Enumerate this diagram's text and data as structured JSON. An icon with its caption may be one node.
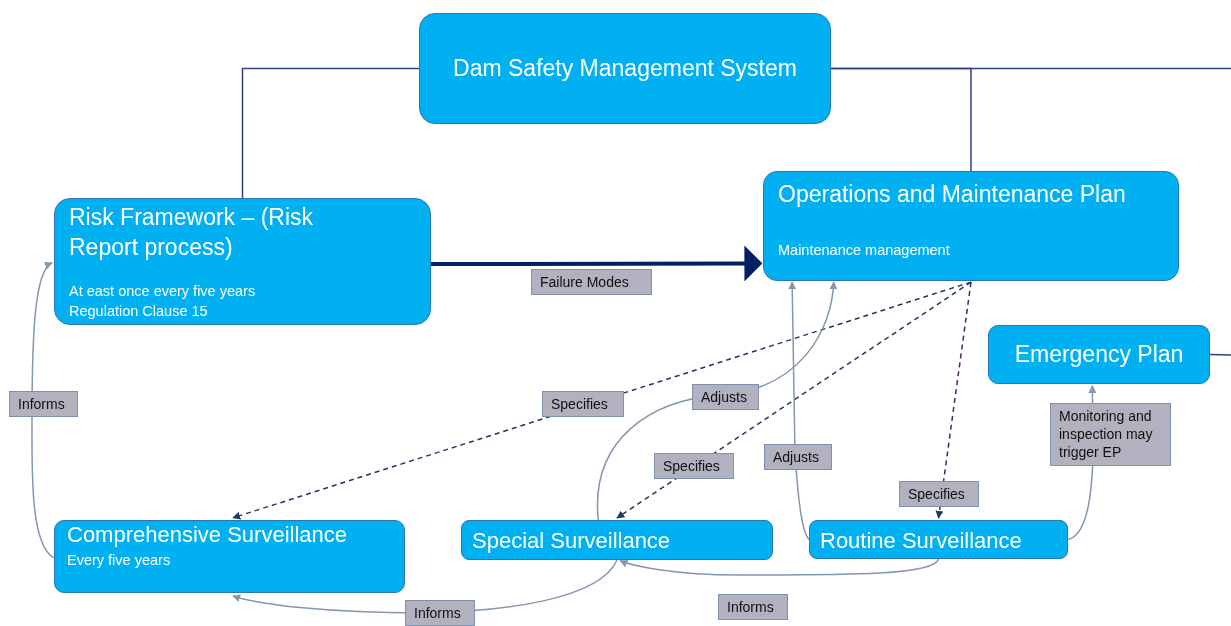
{
  "diagram": {
    "nodes": [
      {
        "text": [
          "Dam Safety Management System"
        ]
      },
      {
        "text": [
          "Risk Framework – (Risk Report process)",
          "At east once every five years",
          "Regulation Clause 15"
        ]
      },
      {
        "text": [
          "Operations and Maintenance Plan",
          "Maintenance management"
        ]
      },
      {
        "text": [
          "Emergency Plan"
        ]
      },
      {
        "text": [
          "Comprehensive Surveillance",
          "Every five years"
        ]
      },
      {
        "text": [
          "Special Surveillance"
        ]
      },
      {
        "text": [
          "Routine Surveillance"
        ]
      }
    ],
    "edges": [
      {
        "from": 0,
        "to": 1,
        "arrow": "none",
        "color": "#2f3f86"
      },
      {
        "from": 0,
        "to": 2,
        "arrow": "none",
        "color": "#2f3f86"
      },
      {
        "from": 0,
        "to": null,
        "arrow": "none",
        "color": "#2f3f86"
      },
      {
        "from": 3,
        "to": null,
        "arrow": "none",
        "color": "#2f3f86"
      },
      {
        "from": 1,
        "to": 2,
        "arrow": "to",
        "label": "Failure Modes",
        "style": "thick",
        "color": "#002060"
      },
      {
        "from": 2,
        "to": 4,
        "arrow": "to",
        "label": "Specifies",
        "style": "dashed",
        "color": "#203864"
      },
      {
        "from": 2,
        "to": 5,
        "arrow": "to",
        "label": "Specifies",
        "style": "dashed",
        "color": "#203864"
      },
      {
        "from": 2,
        "to": 6,
        "arrow": "to",
        "label": "Specifies",
        "style": "dashed",
        "color": "#203864"
      },
      {
        "from": 5,
        "to": 2,
        "arrow": "to",
        "label": "Adjusts"
      },
      {
        "from": 6,
        "to": 2,
        "arrow": "to",
        "label": "Adjusts"
      },
      {
        "from": 6,
        "to": 3,
        "arrow": "to",
        "label": "Monitoring and inspection may trigger EP"
      },
      {
        "from": 4,
        "to": 1,
        "arrow": "to",
        "label": "Informs"
      },
      {
        "from": 5,
        "to": 4,
        "arrow": "to",
        "label": "Informs"
      },
      {
        "from": 6,
        "to": 5,
        "arrow": "to",
        "label": "Informs"
      }
    ]
  }
}
